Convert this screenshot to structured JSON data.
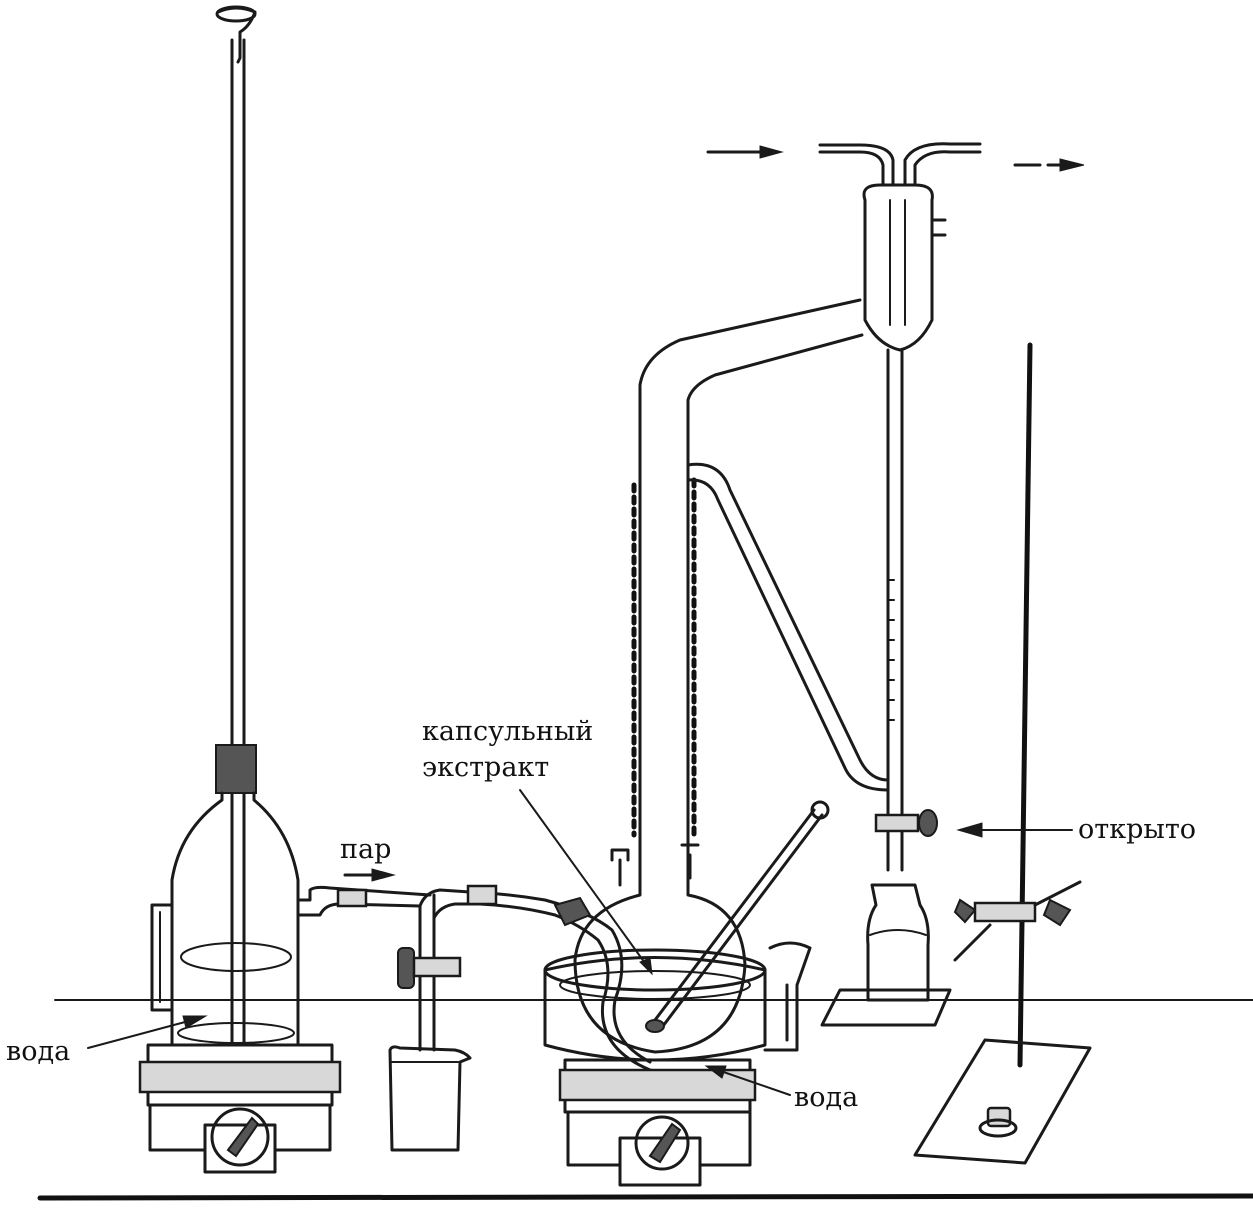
{
  "labels": {
    "capsule_extract_line1": "капсульный",
    "capsule_extract_line2": "экстракт",
    "steam": "пар",
    "open": "открыто",
    "water_left": "вода",
    "water_right": "вода"
  },
  "colors": {
    "ink": "#1a1a1a",
    "background": "#ffffff"
  }
}
